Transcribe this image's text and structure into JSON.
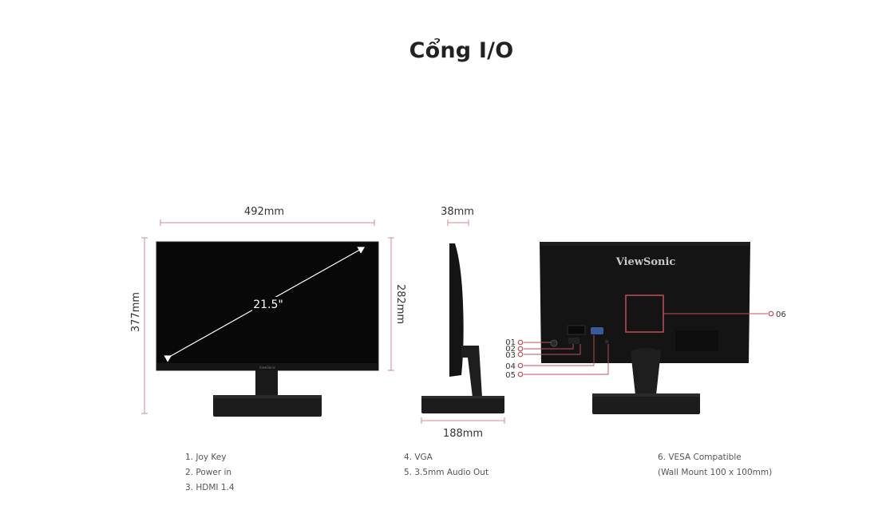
{
  "title": "Cổng I/O",
  "front": {
    "width": "492mm",
    "height": "377mm",
    "screen_height": "282mm",
    "diagonal": "21.5\"",
    "bezel_logo": "ViewSonic"
  },
  "side": {
    "depth": "38mm",
    "base_depth": "188mm"
  },
  "back": {
    "brand": "ViewSonic",
    "callouts": [
      "01",
      "02",
      "03",
      "04",
      "05",
      "06"
    ]
  },
  "legend": {
    "col1": [
      "1. Joy Key",
      "2. Power in",
      "3. HDMI 1.4"
    ],
    "col2": [
      "4. VGA",
      "5. 3.5mm Audio Out"
    ],
    "col3": [
      "6. VESA Compatible",
      "(Wall Mount 100 x 100mm)"
    ]
  },
  "colors": {
    "accent": "#c0505a",
    "monitor": "#111111",
    "text": "#222222"
  }
}
